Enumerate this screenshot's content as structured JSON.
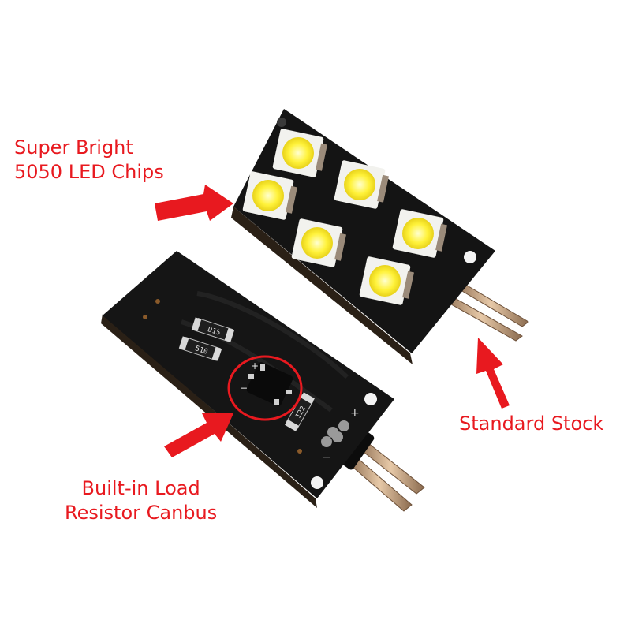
{
  "colors": {
    "label_red": "#e8191f",
    "board_black": "#141414",
    "led_yellow": "#fff23a",
    "pin_metal": "#c9a27a"
  },
  "labels": {
    "led_chips_line1": "Super Bright",
    "led_chips_line2": "5050 LED Chips",
    "standard_stock": "Standard Stock",
    "canbus_line1": "Built-in Load",
    "canbus_line2": "Resistor Canbus"
  },
  "board_markings": {
    "resistor_top": "D15",
    "resistor_bottom": "510",
    "resistor_right": "122",
    "pin_plus_top": "+",
    "pin_minus_bottom": "−",
    "chip_plus": "+",
    "chip_minus": "−"
  },
  "led_count": 6
}
